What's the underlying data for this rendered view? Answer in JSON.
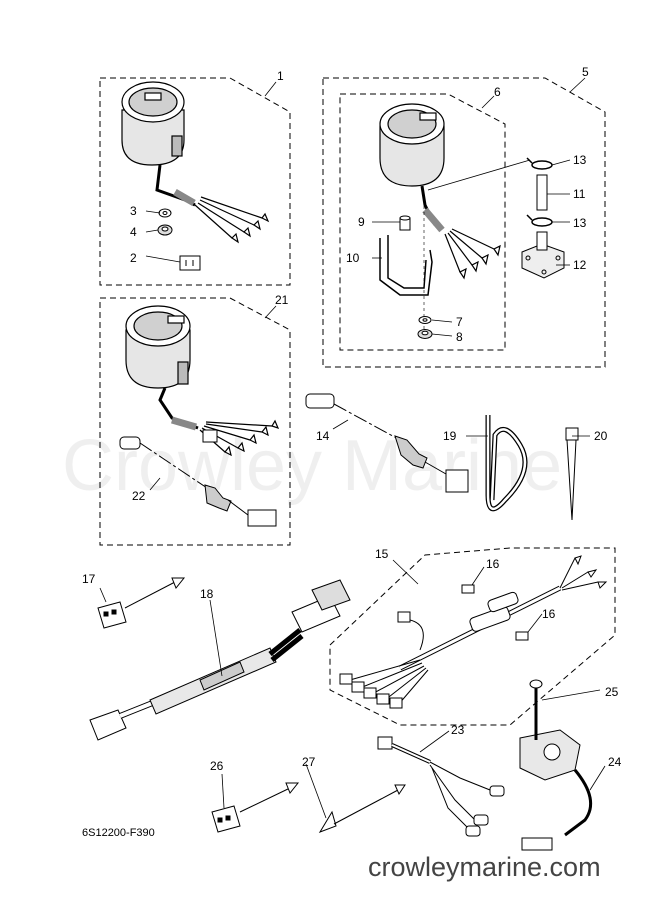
{
  "watermark": "Crowley Marine",
  "site_label": "crowleymarine.com",
  "figure_code": "6S12200-F390",
  "callouts": {
    "n1": "1",
    "n2": "2",
    "n3": "3",
    "n4": "4",
    "n5": "5",
    "n6": "6",
    "n7": "7",
    "n8": "8",
    "n9": "9",
    "n10": "10",
    "n11": "11",
    "n12": "12",
    "n13a": "13",
    "n13b": "13",
    "n14": "14",
    "n15": "15",
    "n16a": "16",
    "n16b": "16",
    "n17": "17",
    "n18": "18",
    "n19": "19",
    "n20": "20",
    "n21": "21",
    "n22": "22",
    "n23": "23",
    "n24": "24",
    "n25": "25",
    "n26": "26",
    "n27": "27"
  }
}
